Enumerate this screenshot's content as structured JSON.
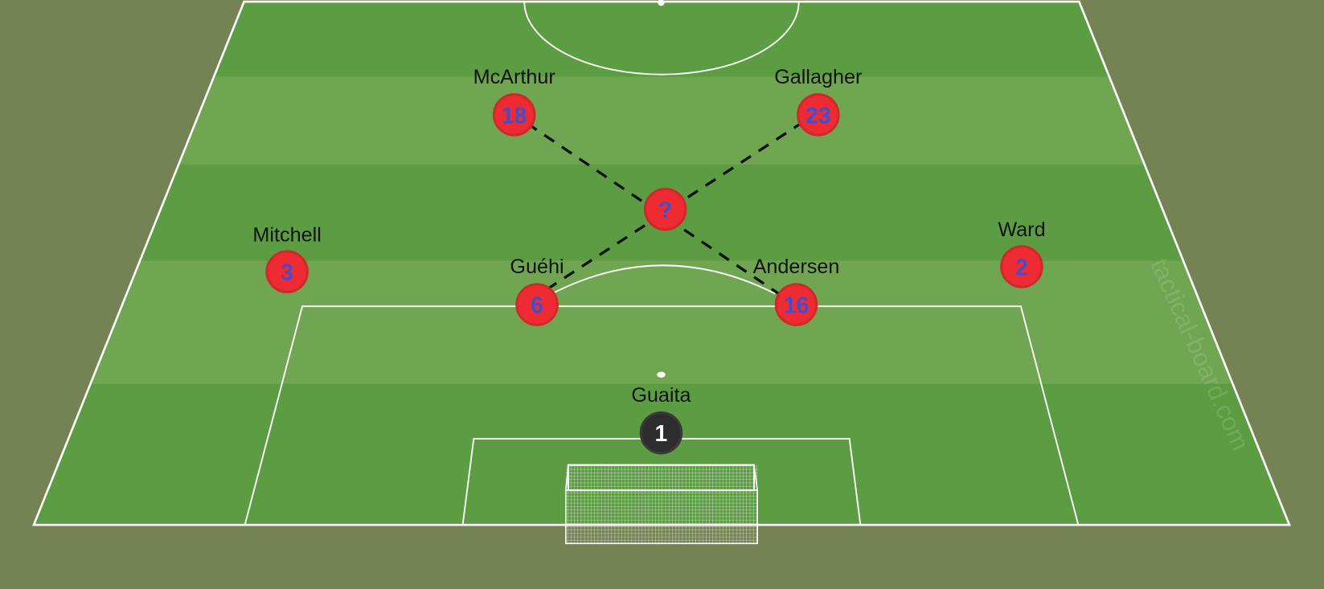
{
  "board": {
    "watermark": "tactical-board.com",
    "colors": {
      "background": "#758354",
      "stripe_dark": "#5c9c43",
      "stripe_light": "#70a552",
      "lines": "#ffffff",
      "team_fill": "#ee2b33",
      "team_border": "#cf2a2a",
      "team_number": "#3f4fd0",
      "keeper_fill": "#2d2d2d",
      "keeper_number": "#ffffff",
      "pass_line": "#111111"
    }
  },
  "players": [
    {
      "id": "mcarthur",
      "name": "McArthur",
      "number": "18",
      "role": "outfield"
    },
    {
      "id": "gallagher",
      "name": "Gallagher",
      "number": "23",
      "role": "outfield"
    },
    {
      "id": "unknown",
      "name": "",
      "number": "?",
      "role": "outfield"
    },
    {
      "id": "mitchell",
      "name": "Mitchell",
      "number": "3",
      "role": "outfield"
    },
    {
      "id": "ward",
      "name": "Ward",
      "number": "2",
      "role": "outfield"
    },
    {
      "id": "guehi",
      "name": "Guéhi",
      "number": "6",
      "role": "outfield"
    },
    {
      "id": "andersen",
      "name": "Andersen",
      "number": "16",
      "role": "outfield"
    },
    {
      "id": "guaita",
      "name": "Guaita",
      "number": "1",
      "role": "goalkeeper"
    }
  ],
  "pass_lines": [
    {
      "from": "McArthur",
      "to": "Andersen",
      "style": "dashed"
    },
    {
      "from": "Gallagher",
      "to": "Guéhi",
      "style": "dashed"
    }
  ]
}
